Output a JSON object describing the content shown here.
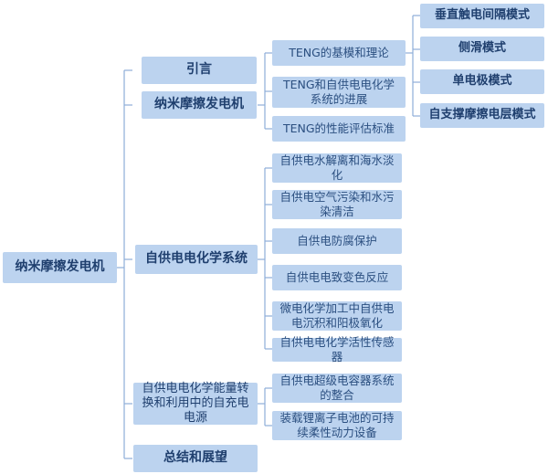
{
  "root": {
    "label": "纳米摩擦发电机"
  },
  "level1": [
    {
      "label": "引言"
    },
    {
      "label": "纳米摩擦发电机"
    },
    {
      "label": "自供电电化学系统"
    },
    {
      "label": "自供电电化学能量转换和利用中的自充电电源"
    },
    {
      "label": "总结和展望"
    }
  ],
  "teng_children": [
    {
      "label": "TENG的基模和理论"
    },
    {
      "label": "TENG和自供电电化学系统的进展"
    },
    {
      "label": "TENG的性能评估标准"
    }
  ],
  "mode_children": [
    {
      "label": "垂直触电间隔模式"
    },
    {
      "label": "侧滑模式"
    },
    {
      "label": "单电极模式"
    },
    {
      "label": "自支撑摩擦电层模式"
    }
  ],
  "system_children": [
    {
      "label": "自供电水解离和海水淡化"
    },
    {
      "label": "自供电空气污染和水污染清洁"
    },
    {
      "label": "自供电防腐保护"
    },
    {
      "label": "自供电电致变色反应"
    },
    {
      "label": "微电化学加工中自供电电沉积和阳极氧化"
    },
    {
      "label": "自供电电化学活性传感器"
    }
  ],
  "power_children": [
    {
      "label": "自供电超级电容器系统的整合"
    },
    {
      "label": "装载锂离子电池的可持续柔性动力设备"
    }
  ],
  "colors": {
    "box": "#bcd3ef",
    "text": "#1f3f6e",
    "line": "#8eaed8"
  }
}
